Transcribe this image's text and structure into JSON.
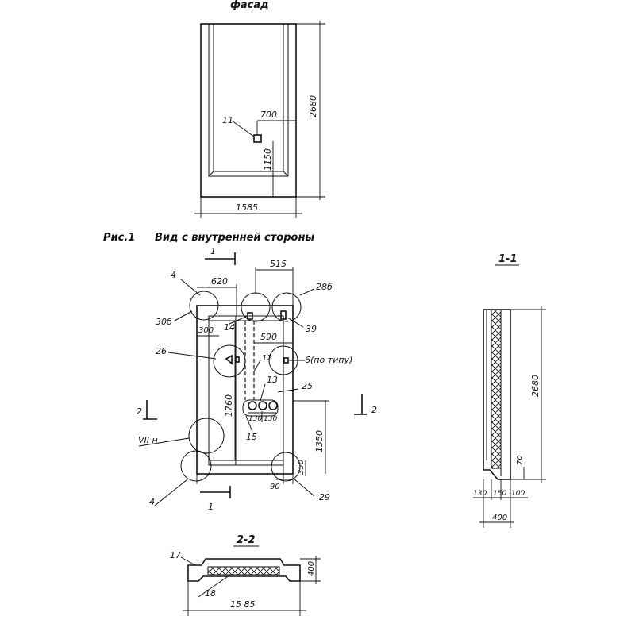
{
  "titles": {
    "facade": "фасад",
    "fig1": "Рис.1",
    "fig1_caption": "Вид с внутренней стороны",
    "section_1_1": "1-1",
    "section_2_2": "2-2"
  },
  "facade": {
    "dim_height": "2680",
    "dim_width": "1585",
    "dim_700": "700",
    "dim_1150": "1150",
    "callout_11": "11"
  },
  "inner": {
    "dim_515": "515",
    "dim_620": "620",
    "dim_300": "300",
    "dim_590": "590",
    "dim_1760": "1760",
    "dim_1350": "1350",
    "dim_350": "350",
    "dim_90": "90",
    "dim_130a": "130",
    "dim_130b": "130",
    "callouts": {
      "c4top": "4",
      "c28b": "28б",
      "c30b": "30б",
      "c14": "14",
      "c39": "39",
      "c26": "26",
      "c12": "12",
      "c6": "6(по типу)",
      "c13": "13",
      "c25": "25",
      "c15": "15",
      "cVII": "VII н",
      "c4bot": "4",
      "c29": "29"
    },
    "cut1_top": "1",
    "cut1_bot": "1",
    "cut2_left": "2",
    "cut2_right": "2"
  },
  "section_1_1": {
    "dim_2680": "2680",
    "dim_70": "70",
    "dim_130": "130",
    "dim_150": "150",
    "dim_100": "100",
    "dim_400": "400"
  },
  "section_2_2": {
    "callout_17": "17",
    "callout_18": "18",
    "dim_400": "400",
    "dim_1585": "15 85"
  }
}
